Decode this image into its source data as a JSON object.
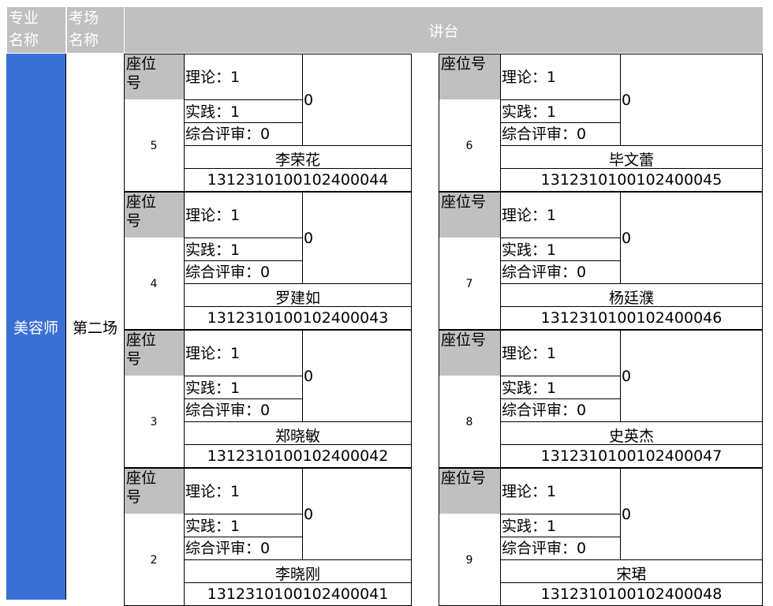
{
  "header": {
    "major_label": "专业\n名称",
    "exam_label": "考场\n名称",
    "podium_label": "讲台"
  },
  "major_value": "美容师",
  "exam_value": "第二场",
  "seat_label_left": "座位\n号",
  "seat_label_right": "座位号",
  "students": [
    {
      "seat": "5",
      "theory": "理论：1",
      "practice": "实践：1",
      "review": "综合评审：0",
      "total": "0",
      "name": "李荣花",
      "id": "131231010010240004 4"
    },
    {
      "seat": "6",
      "theory": "理论：1",
      "practice": "实践：1",
      "review": "综合评审：0",
      "total": "0",
      "name": "毕文蕾",
      "id": "1312310100102400045"
    },
    {
      "seat": "4",
      "theory": "理论：1",
      "practice": "实践：1",
      "review": "综合评审：0",
      "total": "0",
      "name": "罗建如",
      "id": "1312310100102400043"
    },
    {
      "seat": "7",
      "theory": "理论：1",
      "practice": "实践：1",
      "review": "综合评审：0",
      "total": "0",
      "name": "杨廷濮",
      "id": "1312310100102400046"
    },
    {
      "seat": "3",
      "theory": "理论：1",
      "practice": "实践：1",
      "review": "综合评审：0",
      "total": "0",
      "name": "郑晓敏",
      "id": "1312310100102400042"
    },
    {
      "seat": "8",
      "theory": "理论：1",
      "practice": "实践：1",
      "review": "综合评审：0",
      "total": "0",
      "name": "史英杰",
      "id": "1312310100102400047"
    },
    {
      "seat": "2",
      "theory": "理论：1",
      "practice": "实践：1",
      "review": "综合评审：0",
      "total": "0",
      "name": "李晓刚",
      "id": "1312310100102400041"
    },
    {
      "seat": "9",
      "theory": "理论：1",
      "practice": "实践：1",
      "review": "综合评审：0",
      "total": "0",
      "name": "宋珺",
      "id": "1312310100102400048"
    }
  ],
  "colors": {
    "header_bg": "#c0c0c0",
    "major_bg": "#3a70d4"
  }
}
